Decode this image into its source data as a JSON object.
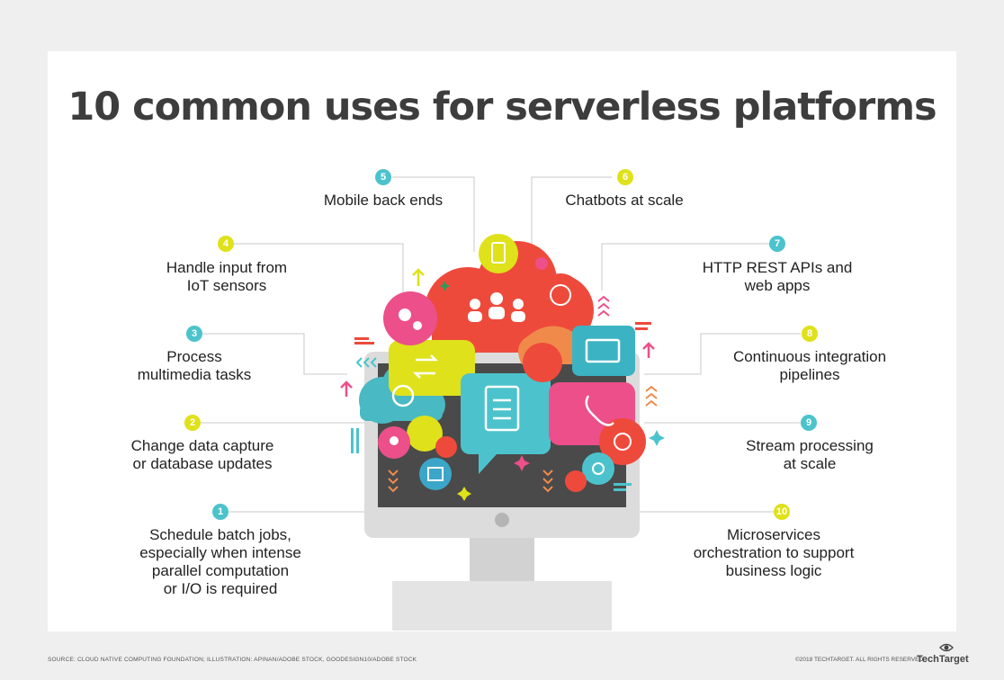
{
  "title": "10 common uses for serverless platforms",
  "items": [
    {
      "num": "1",
      "label": "Schedule batch jobs,\nespecially when intense\nparallel computation\nor I/O is required"
    },
    {
      "num": "2",
      "label": "Change data capture\nor database updates"
    },
    {
      "num": "3",
      "label": "Process\nmultimedia tasks"
    },
    {
      "num": "4",
      "label": "Handle input from\nIoT sensors"
    },
    {
      "num": "5",
      "label": "Mobile back ends"
    },
    {
      "num": "6",
      "label": "Chatbots at scale"
    },
    {
      "num": "7",
      "label": "HTTP REST APIs and\nweb apps"
    },
    {
      "num": "8",
      "label": "Continuous integration\npipelines"
    },
    {
      "num": "9",
      "label": "Stream processing\nat scale"
    },
    {
      "num": "10",
      "label": "Microservices\norchestration to support\nbusiness logic"
    }
  ],
  "footer": {
    "source": "SOURCE: CLOUD NATIVE COMPUTING FOUNDATION; ILLUSTRATION: APINAN/ADOBE STOCK, GOODESIGN10/ADOBE STOCK",
    "copyright": "©2018 TECHTARGET. ALL RIGHTS RESERVED",
    "brand": "TechTarget"
  },
  "colors": {
    "teal": "#4cc3cc",
    "yellow": "#dfe11a",
    "red": "#ee4a3c",
    "pink": "#ec4f8a",
    "gray": "#4a4a4a",
    "accent": "#e6e337"
  },
  "icons": [
    "gear-icon",
    "globe-icon",
    "phone-icon",
    "clipboard-icon",
    "laptop-icon",
    "calendar-icon",
    "location-pin-icon",
    "camera-icon",
    "chat-bubble-icon",
    "people-icon",
    "clock-icon",
    "sync-icon",
    "mobile-icon",
    "star-icon",
    "cloud-upload-icon"
  ]
}
